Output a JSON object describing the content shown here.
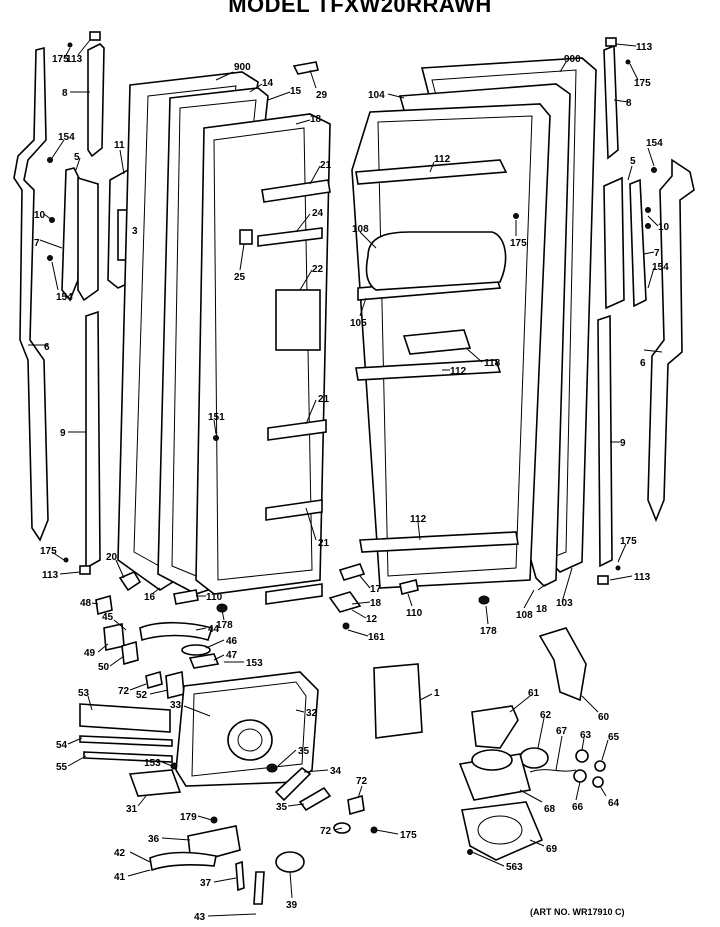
{
  "title": "MODEL TFXW20RRAWH",
  "art_number": "(ART NO. WR17910 C)",
  "callouts": {
    "c175a": "175",
    "c113a": "113",
    "c8a": "8",
    "c154a": "154",
    "c5a": "5",
    "c11": "11",
    "c10a": "10",
    "c7a": "7",
    "c154b": "154",
    "c3": "3",
    "c6a": "6",
    "c9a": "9",
    "c175b": "175",
    "c113b": "113",
    "c20": "20",
    "c16": "16",
    "c900a": "900",
    "c14": "14",
    "c15": "15",
    "c29": "29",
    "c18a": "18",
    "c21a": "21",
    "c24": "24",
    "c25": "25",
    "c22": "22",
    "c151": "151",
    "c21b": "21",
    "c21c": "21",
    "c110a": "110",
    "c178a": "178",
    "c104": "104",
    "c900b": "900",
    "c112a": "112",
    "c175c": "175",
    "c108a": "108",
    "c105": "105",
    "c118": "118",
    "c112b": "112",
    "c112c": "112",
    "c17": "17",
    "c18b": "18",
    "c12": "12",
    "c161": "161",
    "c110b": "110",
    "c178b": "178",
    "c108b": "108",
    "c18c": "18",
    "c103": "103",
    "c113c": "113",
    "c175d": "175",
    "c8b": "8",
    "c154c": "154",
    "c5b": "5",
    "c10b": "10",
    "c7b": "7",
    "c154d": "154",
    "c6b": "6",
    "c9b": "9",
    "c175e": "175",
    "c113d": "113",
    "c48": "48",
    "c45": "45",
    "c44": "44",
    "c46": "46",
    "c49": "49",
    "c50": "50",
    "c47": "47",
    "c153a": "153",
    "c72a": "72",
    "c52": "52",
    "c53": "53",
    "c33": "33",
    "c32": "32",
    "c54": "54",
    "c55": "55",
    "c35a": "35",
    "c153b": "153",
    "c34": "34",
    "c31": "31",
    "c35b": "35",
    "c179": "179",
    "c36": "36",
    "c42": "42",
    "c41": "41",
    "c37": "37",
    "c39": "39",
    "c43": "43",
    "c1": "1",
    "c72b": "72",
    "c72c": "72",
    "c175f": "175",
    "c60": "60",
    "c61": "61",
    "c62": "62",
    "c67": "67",
    "c63": "63",
    "c65": "65",
    "c66": "66",
    "c64": "64",
    "c68": "68",
    "c69": "69",
    "c563": "563"
  }
}
